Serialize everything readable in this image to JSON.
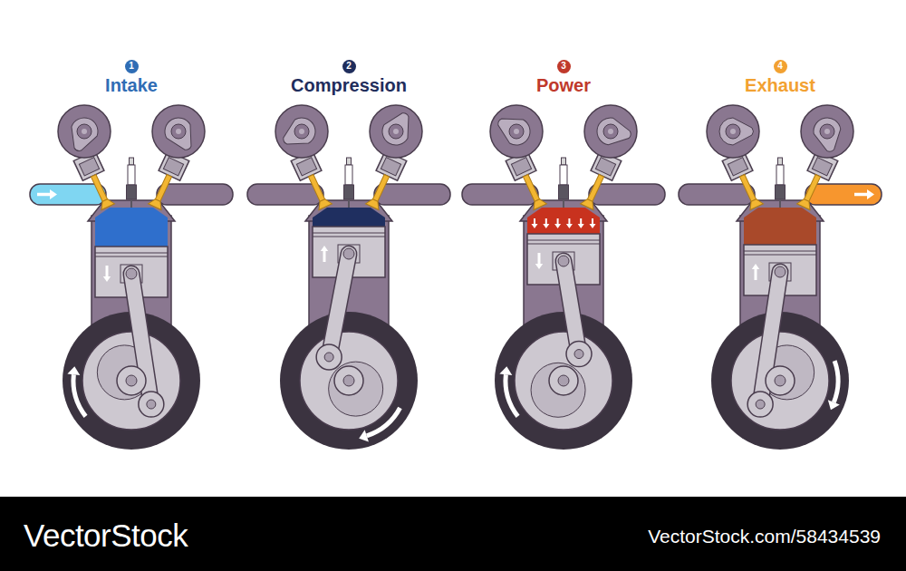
{
  "diagram": {
    "nodes": [
      {
        "text": [
          "1"
        ]
      },
      {
        "text": [
          "2"
        ]
      },
      {
        "text": [
          "3"
        ]
      },
      {
        "text": [
          "4"
        ]
      }
    ],
    "labels": [
      "Intake",
      "Compression",
      "Power",
      "Exhaust",
      "VectorStock",
      "VectorStock.com/58434539"
    ]
  }
}
